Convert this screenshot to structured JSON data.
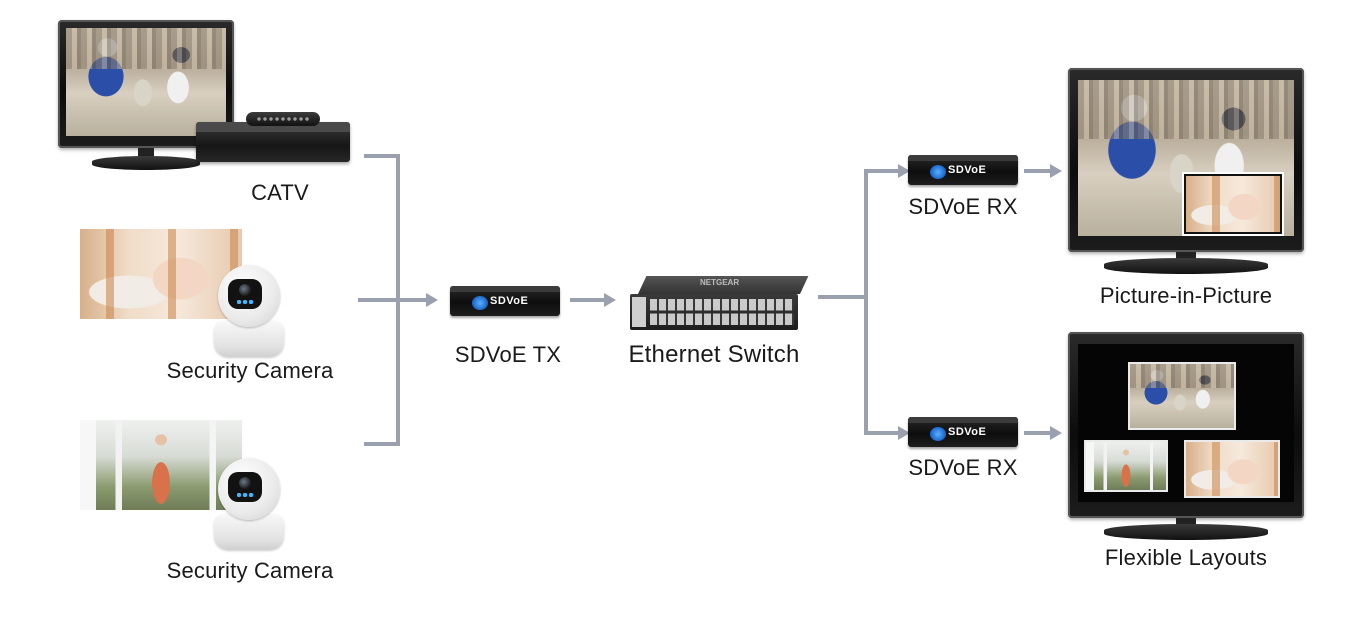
{
  "sources": {
    "catv": "CATV",
    "camera_1": "Security Camera",
    "camera_2": "Security Camera"
  },
  "transmitter": {
    "label": "SDVoE TX",
    "brand": "SDVoE"
  },
  "switch": {
    "label": "Ethernet Switch",
    "brand": "NETGEAR"
  },
  "receivers": [
    {
      "label": "SDVoE RX",
      "brand": "SDVoE"
    },
    {
      "label": "SDVoE RX",
      "brand": "SDVoE"
    }
  ],
  "displays": {
    "pip": "Picture-in-Picture",
    "layouts": "Flexible Layouts"
  },
  "colors": {
    "connector": "#9aa0ad",
    "box": "#111111",
    "sdvoe_badge": "#1a64c8"
  }
}
